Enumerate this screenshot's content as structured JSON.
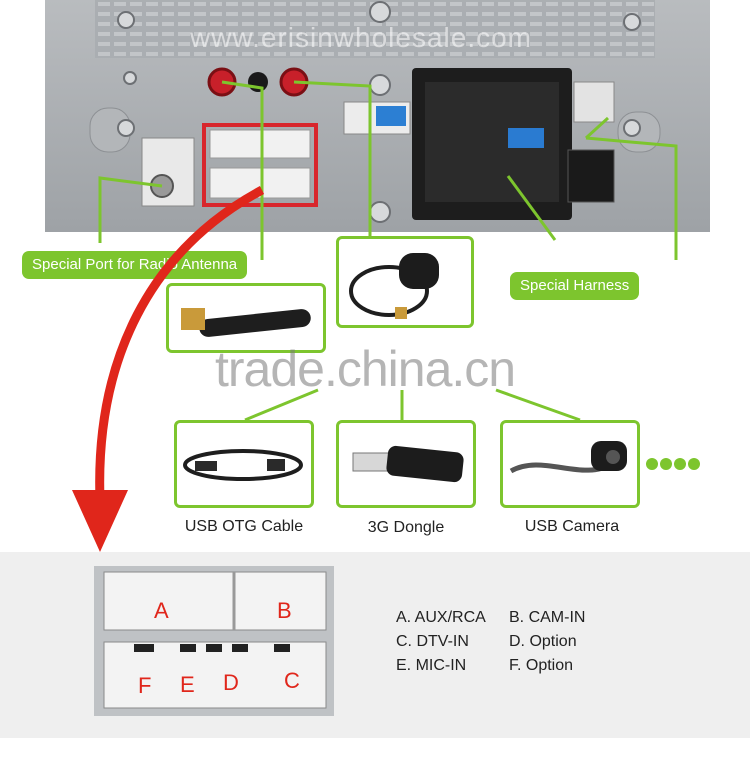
{
  "watermarks": {
    "top": "www.erisinwholesale.com",
    "middle": "trade.china.cn"
  },
  "callouts": {
    "radio_antenna": "Special Port for Radio Antenna",
    "special_harness": "Special Harness"
  },
  "accessories": [
    {
      "label": "USB OTG Cable"
    },
    {
      "label": "3G Dongle"
    },
    {
      "label": "USB Camera"
    }
  ],
  "connector_letters": [
    "A",
    "B",
    "F",
    "E",
    "D",
    "C"
  ],
  "legend": [
    {
      "label": "A. AUX/RCA"
    },
    {
      "label": "B. CAM-IN"
    },
    {
      "label": "C. DTV-IN"
    },
    {
      "label": "D. Option"
    },
    {
      "label": "E. MIC-IN"
    },
    {
      "label": "F. Option"
    }
  ],
  "colors": {
    "accent_green": "#7dc52e",
    "arrow_red": "#e0261b",
    "highlight_red": "#d8262c"
  }
}
